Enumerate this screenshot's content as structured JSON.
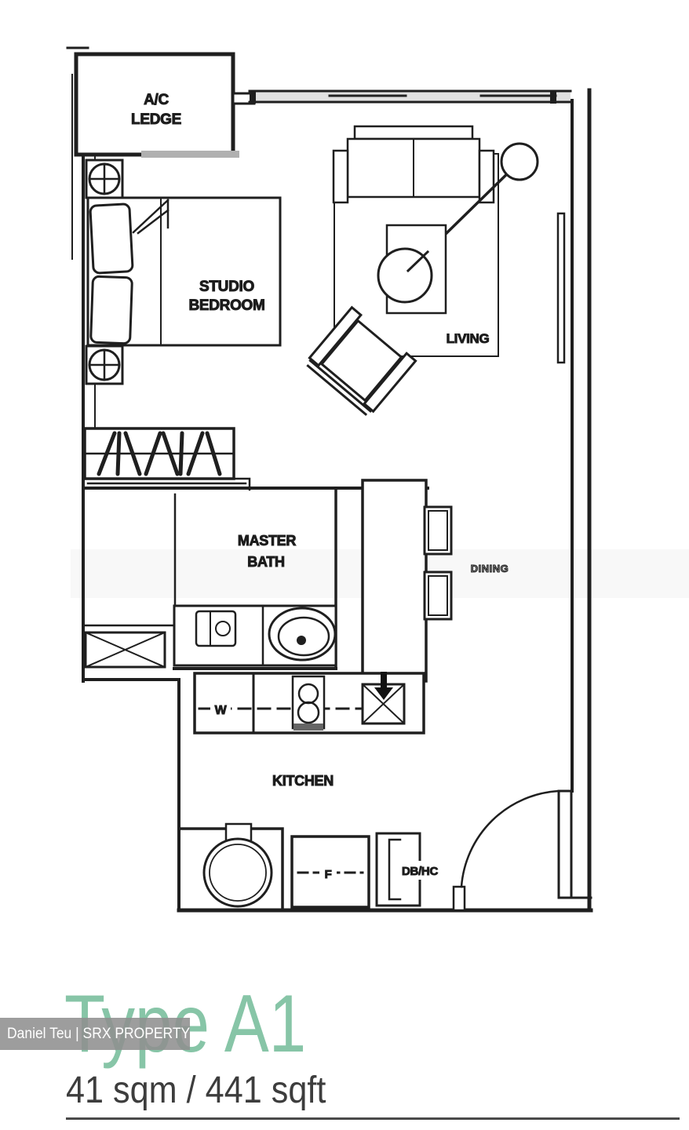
{
  "plan": {
    "labels": {
      "ac_line1": "A/C",
      "ac_line2": "LEDGE",
      "bedroom_line1": "STUDIO",
      "bedroom_line2": "BEDROOM",
      "living": "LIVING",
      "bath_line1": "MASTER",
      "bath_line2": "BATH",
      "dining": "DINING",
      "kitchen": "KITCHEN",
      "washer": "W",
      "fridge": "F",
      "db_hc": "DB/HC"
    }
  },
  "footer": {
    "unit_type": "Type A1",
    "area": "41 sqm / 441 sqft",
    "accent_color": "#87c5a7",
    "area_text_color": "#3d3d3d"
  },
  "watermark": {
    "text": "Daniel Teu | SRX PROPERTY",
    "band_color": "#8f8f8f"
  }
}
